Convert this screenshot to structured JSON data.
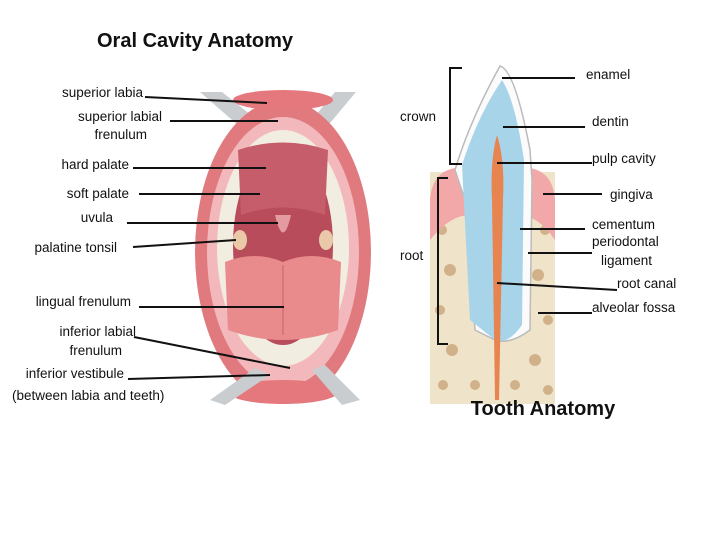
{
  "oral": {
    "title": "Oral Cavity Anatomy",
    "labels": {
      "superior_labia": "superior labia",
      "superior_labial_1": "superior labial",
      "superior_labial_2": "frenulum",
      "hard_palate": "hard palate",
      "soft_palate": "soft palate",
      "uvula": "uvula",
      "palatine_tonsil": "palatine tonsil",
      "lingual_frenulum": "lingual frenulum",
      "inferior_labial_1": "inferior labial",
      "inferior_labial_2": "frenulum",
      "inferior_vestibule_1": "inferior vestibule",
      "inferior_vestibule_2": "(between labia and teeth)"
    }
  },
  "tooth": {
    "title": "Tooth Anatomy",
    "labels": {
      "crown": "crown",
      "root": "root",
      "enamel": "enamel",
      "dentin": "dentin",
      "pulp_cavity": "pulp cavity",
      "gingiva": "gingiva",
      "cementum": "cementum",
      "periodontal_1": "periodontal",
      "periodontal_2": "ligament",
      "root_canal": "root canal",
      "alveolar_fossa": "alveolar fossa"
    }
  },
  "colors": {
    "lip": "#e4787c",
    "mouth": "#b94a58",
    "tongue": "#e8898a",
    "teeth": "#f4f1e6",
    "dentin": "#a8d4ea",
    "bone": "#efe3c9",
    "gum": "#f2a8a8"
  }
}
